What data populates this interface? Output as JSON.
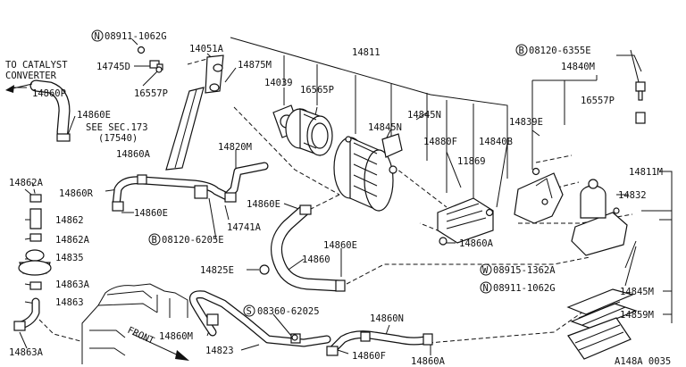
{
  "labels": {
    "n_08911_top": "08911-1062G",
    "to_catalyst": "TO CATALYST",
    "converter": "CONVERTER",
    "p14745d": "14745D",
    "p16557p_left": "16557P",
    "p14051a": "14051A",
    "p14875m": "14875M",
    "p14039": "14039",
    "p16565p": "16565P",
    "p14811": "14811",
    "p14845n_a": "14845N",
    "p14845n_b": "14845N",
    "p14880f": "14880F",
    "p11869": "11869",
    "p14840b": "14840B",
    "b_08120_top": "08120-6355E",
    "p14840m": "14840M",
    "p16557p_right": "16557P",
    "p14839e": "14839E",
    "p14860p": "14860P",
    "p14860e_top": "14860E",
    "see_sec": "SEE SEC.173",
    "sec_ref": "(17540)",
    "p14860a_mid": "14860A",
    "p14820m": "14820M",
    "p14862a_top": "14862A",
    "p14860r": "14860R",
    "p14860e_left": "14860E",
    "p14862": "14862",
    "p14741a": "14741A",
    "p14862a_bottom": "14862A",
    "b_08120_mid": "08120-6205E",
    "p14835": "14835",
    "p14860e_center": "14860E",
    "p14860e_right": "14860E",
    "p14860a_right": "14860A",
    "p14811m": "14811M",
    "p14832": "14832",
    "p14825e": "14825E",
    "p14860": "14860",
    "w_08915": "08915-1362A",
    "n_08911_bottom": "08911-1062G",
    "p14863a_top": "14863A",
    "p14863": "14863",
    "p14845m": "14845M",
    "p14859m": "14859M",
    "s_08360": "08360-62025",
    "p14860n": "14860N",
    "p14860m": "14860M",
    "p14823": "14823",
    "p14860f": "14860F",
    "p14860a_bottom": "14860A",
    "p14863a_bottom": "14863A",
    "front": "FRONT",
    "diagram_code": "A148A 0035"
  },
  "prefixes": {
    "n": "N",
    "b": "B",
    "w": "W",
    "s": "S"
  }
}
